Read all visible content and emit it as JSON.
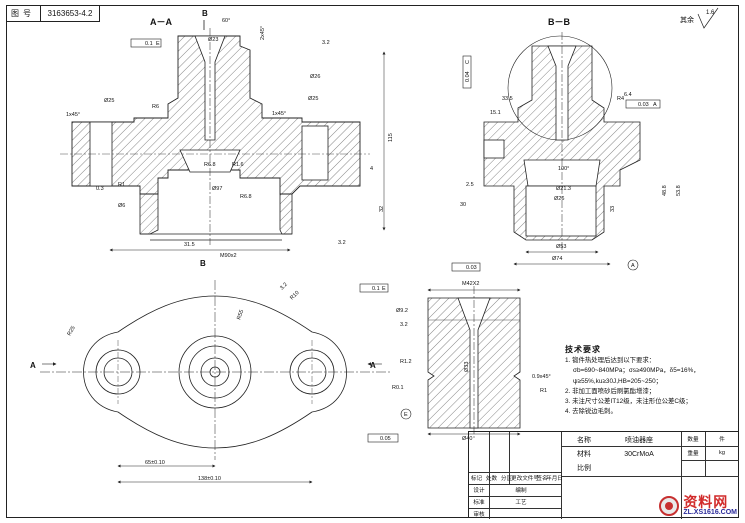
{
  "drawing_code": {
    "label": "图号",
    "value": "3163653-4.2"
  },
  "roughness_note": {
    "text": "其余",
    "value": "1.6"
  },
  "section_labels": {
    "section_aa": "A－A",
    "section_bb": "B－B",
    "cut_b_top": "B",
    "cut_b_bottom": "B",
    "cut_a_left": "A",
    "cut_a_right": "A"
  },
  "dimensions_aa": {
    "top_dia": "Ø23",
    "angle_top": "60°",
    "chamfer": "2x45°",
    "rough_32a": "3.2",
    "flat_tol": "0.1",
    "datum_e": "E",
    "d25": "Ø25",
    "r6": "R6",
    "d26": "Ø26",
    "d25b": "Ø25",
    "r6_8": "R6.8",
    "r1_6": "R1.6",
    "d97": "Ø97",
    "r1": "R1",
    "r6_8b": "R6.8",
    "d6": "Ø6",
    "dim_31_5": "31.5",
    "m90": "M90x2",
    "h115": "115",
    "h32": "32",
    "dim_4": "4",
    "c1x45": "1x45°",
    "c1x45b": "1x45°",
    "r0_3": "0.3",
    "rough_3_2b": "3.2"
  },
  "dimensions_bb": {
    "perp_tol": "0.04",
    "datum_c": "C",
    "d33_5": "33.5",
    "d15_1": "15.1",
    "r4": "R4",
    "pos_tol": "0.03",
    "datum_a": "A",
    "d21_3": "Ø21.3",
    "d26": "Ø26",
    "d53": "Ø53",
    "d74": "Ø74",
    "h33": "33",
    "h48": "48.8",
    "h53": "53.8",
    "dim_2_5": "2.5",
    "angle100": "100°",
    "flat003": "0.03",
    "rough_6_4": "6.4",
    "dim_30": "30"
  },
  "dimensions_plan": {
    "r25": "R25",
    "r55": "R55",
    "r10": "R10",
    "rough_3_2": "3.2",
    "c65": "65±0.10",
    "c138": "138±0.10"
  },
  "dimensions_nozzle": {
    "thread": "M42X2",
    "d9_2": "Ø9.2",
    "rough_3_2": "3.2",
    "r1_2": "R1.2",
    "r0_1": "R0.1",
    "d33": "Ø33",
    "d40": "Ø40",
    "chamfer": "0.9x45°",
    "r1": "R1",
    "roundness": "0.05",
    "datum_e": "E",
    "runout": "0.1",
    "datum_e2": "E"
  },
  "tech_requirements": {
    "title": "技术要求",
    "items": [
      "1. 锻件热处理后达到以下要求：",
      "σb=690~840MPa；σs≥490MPa，δ5=16%，",
      "ψ≥55%,ku≥30J,HB=205~250；",
      "2. 非加工面喷砂后刷氯酯增漆；",
      "3. 未注尺寸公差IT12级，未注形位公差C级；",
      "4. 去除锐边毛刺。"
    ]
  },
  "title_block": {
    "part_label": "名称",
    "part_name": "喷油器座",
    "material_label": "材料",
    "material": "30CrMoA",
    "scale_label": "比例",
    "qty_label": "数量",
    "qty": "件",
    "weight_label": "重量",
    "weight": "kg",
    "rows": [
      "设计",
      "标准",
      "审核",
      "编制",
      "工艺"
    ],
    "header": [
      "标记",
      "处数",
      "分区",
      "更改文件号",
      "签名",
      "年月日"
    ]
  },
  "watermark": {
    "name": "资料网",
    "url": "ZL.XS1616.COM"
  }
}
